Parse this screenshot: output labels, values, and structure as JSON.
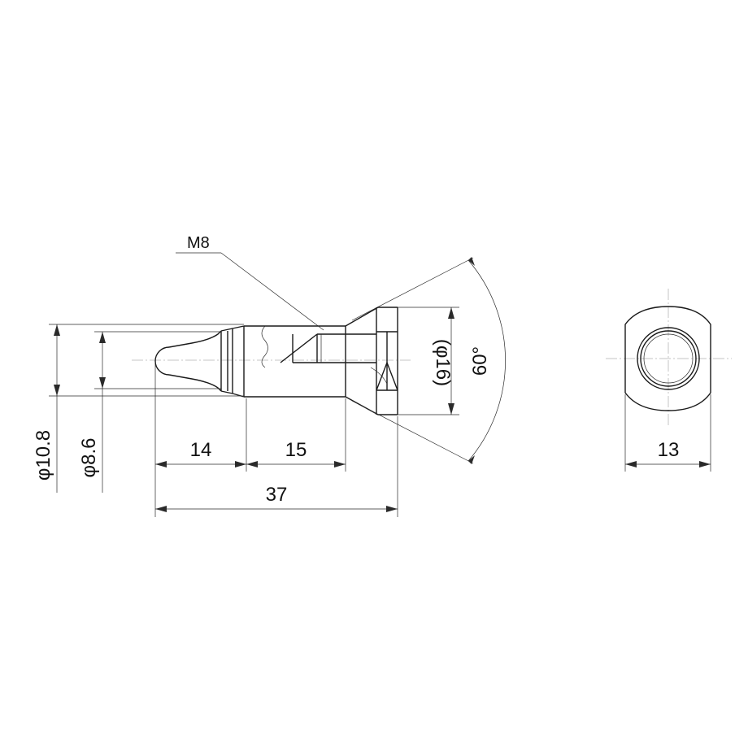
{
  "side_view": {
    "thread_label": "M8",
    "dims": {
      "dia_large": "φ10.8",
      "dia_small": "φ8.6",
      "dia_hex": "(φ16)",
      "angle": "60°",
      "len_tip": "14",
      "len_body": "15",
      "len_total": "37"
    }
  },
  "end_view": {
    "dims": {
      "width": "13"
    }
  }
}
